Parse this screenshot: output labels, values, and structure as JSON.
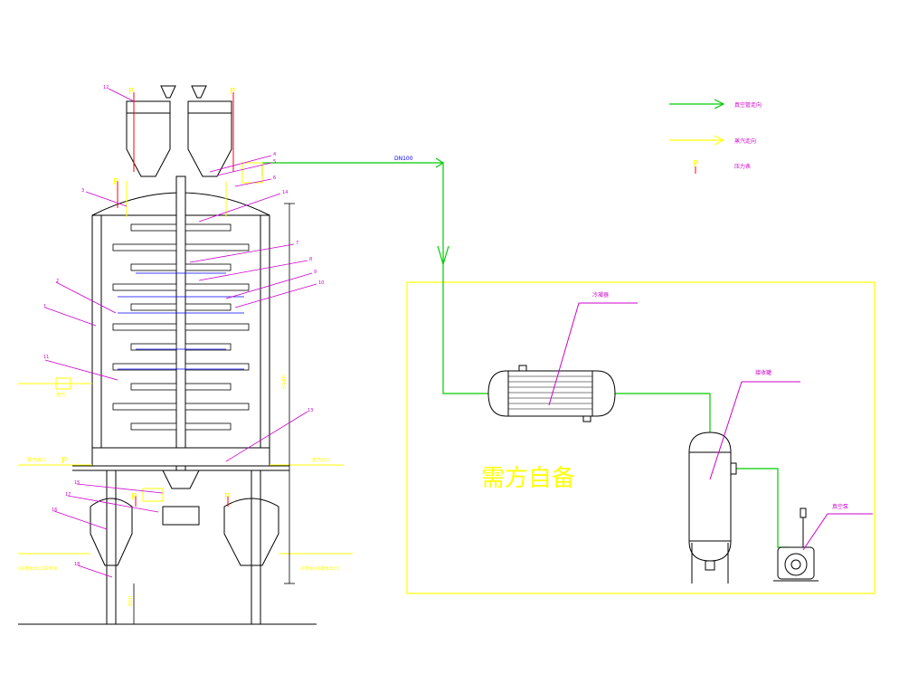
{
  "colors": {
    "black": "#000000",
    "green": "#00cc00",
    "yellow": "#ffff00",
    "magenta": "#cc00cc",
    "blue": "#0000ff",
    "red": "#ff0000"
  },
  "legend": {
    "green_line_label": "真空管走向",
    "yellow_line_label": "蒸汽走向",
    "pressure_label": "压力表"
  },
  "pipe": {
    "vacuum_line_label": "DN100"
  },
  "scope_box": {
    "label": "需方自备"
  },
  "equipment": {
    "condenser_label": "冷凝器",
    "receiver_label": "接收罐",
    "vacuum_pump_label": "真空泵"
  },
  "callouts": {
    "n1": "1",
    "n2": "2",
    "n3": "3",
    "n4": "4",
    "n5": "5",
    "n6": "6",
    "n7": "7",
    "n8": "8",
    "n9": "9",
    "n10": "10",
    "n11": "11",
    "n12": "12",
    "n13": "13",
    "n14": "14",
    "n15": "15",
    "n16": "16",
    "n17": "17",
    "n18": "18",
    "p": "P"
  },
  "dims": {
    "height": "5940",
    "base": "800"
  },
  "piping_labels": {
    "steam_in": "蒸汽",
    "steam_out_left": "蒸汽出口",
    "steam_out_right": "蒸汽出口",
    "bottom_left": "(冷凝水出口)冷却水",
    "bottom_right": "冷却水(冷凝水出口)"
  }
}
